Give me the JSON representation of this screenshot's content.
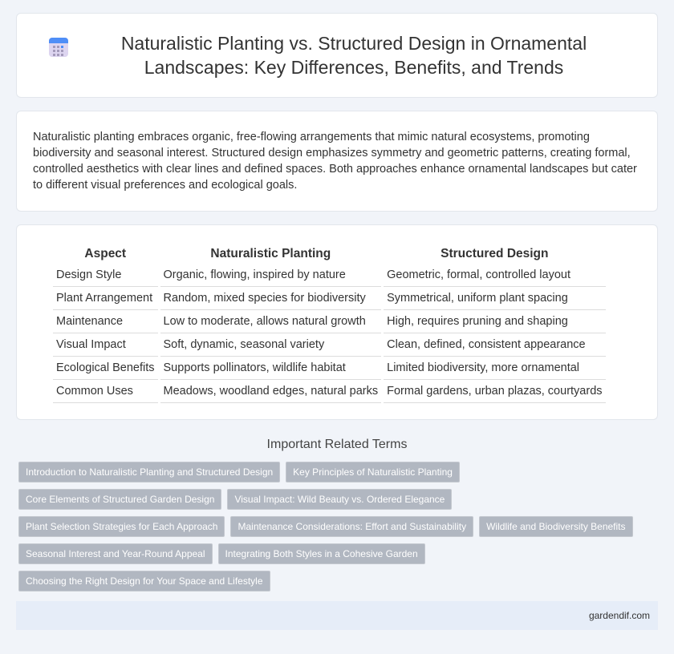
{
  "header": {
    "title": "Naturalistic Planting vs. Structured Design in Ornamental Landscapes: Key Differences, Benefits, and Trends",
    "icon": "calendar-icon"
  },
  "intro": "Naturalistic planting embraces organic, free-flowing arrangements that mimic natural ecosystems, promoting biodiversity and seasonal interest. Structured design emphasizes symmetry and geometric patterns, creating formal, controlled aesthetics with clear lines and defined spaces. Both approaches enhance ornamental landscapes but cater to different visual preferences and ecological goals.",
  "table": {
    "headers": [
      "Aspect",
      "Naturalistic Planting",
      "Structured Design"
    ],
    "rows": [
      [
        "Design Style",
        "Organic, flowing, inspired by nature",
        "Geometric, formal, controlled layout"
      ],
      [
        "Plant Arrangement",
        "Random, mixed species for biodiversity",
        "Symmetrical, uniform plant spacing"
      ],
      [
        "Maintenance",
        "Low to moderate, allows natural growth",
        "High, requires pruning and shaping"
      ],
      [
        "Visual Impact",
        "Soft, dynamic, seasonal variety",
        "Clean, defined, consistent appearance"
      ],
      [
        "Ecological Benefits",
        "Supports pollinators, wildlife habitat",
        "Limited biodiversity, more ornamental"
      ],
      [
        "Common Uses",
        "Meadows, woodland edges, natural parks",
        "Formal gardens, urban plazas, courtyards"
      ]
    ]
  },
  "related": {
    "title": "Important Related Terms",
    "tags": [
      "Introduction to Naturalistic Planting and Structured Design",
      "Key Principles of Naturalistic Planting",
      "Core Elements of Structured Garden Design",
      "Visual Impact: Wild Beauty vs. Ordered Elegance",
      "Plant Selection Strategies for Each Approach",
      "Maintenance Considerations: Effort and Sustainability",
      "Wildlife and Biodiversity Benefits",
      "Seasonal Interest and Year-Round Appeal",
      "Integrating Both Styles in a Cohesive Garden",
      "Choosing the Right Design for Your Space and Lifestyle"
    ]
  },
  "footer": {
    "site": "gardendif.com"
  }
}
